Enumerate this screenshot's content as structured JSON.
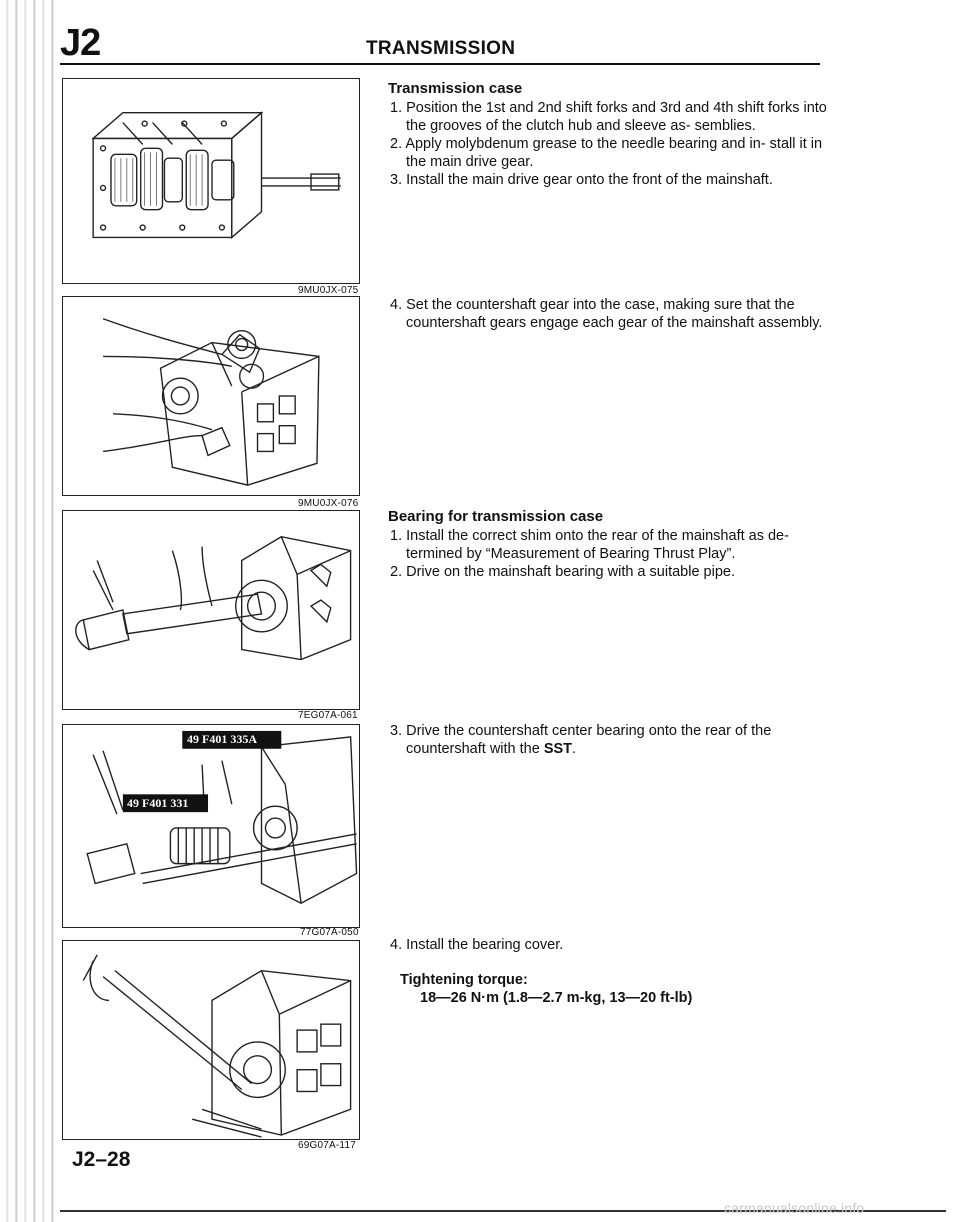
{
  "header": {
    "section_code": "J2",
    "title": "TRANSMISSION"
  },
  "figures": [
    {
      "code": "9MU0JX-075",
      "kind": "mainshaft-assembly"
    },
    {
      "code": "9MU0JX-076",
      "kind": "countershaft-install"
    },
    {
      "code": "7EG07A-061",
      "kind": "bearing-drive"
    },
    {
      "code": "77G07A-050",
      "kind": "sst-drive",
      "labels": [
        "49 F401 335A",
        "49 F401 331"
      ]
    },
    {
      "code": "69G07A-117",
      "kind": "bearing-cover"
    }
  ],
  "sections": {
    "transmission_case": {
      "heading": "Transmission case",
      "steps": [
        "1. Position the 1st and 2nd shift forks and 3rd and 4th shift forks into the grooves of the clutch hub and sleeve as- semblies.",
        "2. Apply molybdenum grease to the needle bearing and in- stall it in the main drive gear.",
        "3. Install the main drive gear onto the front of the mainshaft.",
        "4. Set the countershaft gear into the case, making sure that the countershaft gears engage each gear of the mainshaft assembly."
      ]
    },
    "bearing_case": {
      "heading": "Bearing for transmission case",
      "steps": [
        "1. Install the correct shim onto the rear of the mainshaft as de- termined by “Measurement of Bearing Thrust Play”.",
        "2. Drive on the mainshaft bearing with a suitable pipe."
      ],
      "step3_prefix": "3. Drive the countershaft center bearing onto the rear of the countershaft with the ",
      "step3_bold": "SST",
      "step3_suffix": ".",
      "step4": "4. Install the bearing cover.",
      "torque_label": "Tightening torque:",
      "torque_value": "18—26 N·m (1.8—2.7 m-kg, 13—20 ft-lb)"
    }
  },
  "footer": {
    "page_number": "J2–28",
    "watermark": "carmanualsonline.info"
  }
}
